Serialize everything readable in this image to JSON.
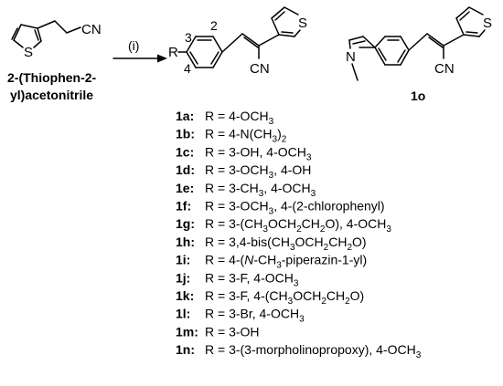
{
  "reactant": {
    "name_line1": "2-(Thiophen-2-",
    "name_line2": "yl)acetonitrile"
  },
  "arrow": {
    "label": "(i)"
  },
  "atoms": {
    "sulfur": "S",
    "nitrogen": "N",
    "nitrile": "CN"
  },
  "general_product": {
    "r_group": "R",
    "positions": [
      "2",
      "3",
      "4"
    ]
  },
  "compound_1o": {
    "id": "1o"
  },
  "substituents": [
    {
      "id": "1a:",
      "parts": [
        {
          "t": "R = 4-OCH"
        },
        {
          "t": "3",
          "sub": true
        }
      ]
    },
    {
      "id": "1b:",
      "parts": [
        {
          "t": "R = 4-N(CH"
        },
        {
          "t": "3",
          "sub": true
        },
        {
          "t": ")"
        },
        {
          "t": "2",
          "sub": true
        }
      ]
    },
    {
      "id": "1c:",
      "parts": [
        {
          "t": "R = 3-OH, 4-OCH"
        },
        {
          "t": "3",
          "sub": true
        }
      ]
    },
    {
      "id": "1d:",
      "parts": [
        {
          "t": "R = 3-OCH"
        },
        {
          "t": "3",
          "sub": true
        },
        {
          "t": ", 4-OH"
        }
      ]
    },
    {
      "id": "1e:",
      "parts": [
        {
          "t": "R = 3-CH"
        },
        {
          "t": "3",
          "sub": true
        },
        {
          "t": ", 4-OCH"
        },
        {
          "t": "3",
          "sub": true
        }
      ]
    },
    {
      "id": "1f:",
      "parts": [
        {
          "t": "R = 3-OCH"
        },
        {
          "t": "3",
          "sub": true
        },
        {
          "t": ", 4-(2-chlorophenyl)"
        }
      ]
    },
    {
      "id": "1g:",
      "parts": [
        {
          "t": "R = 3-(CH"
        },
        {
          "t": "3",
          "sub": true
        },
        {
          "t": "OCH"
        },
        {
          "t": "2",
          "sub": true
        },
        {
          "t": "CH"
        },
        {
          "t": "2",
          "sub": true
        },
        {
          "t": "O), 4-OCH"
        },
        {
          "t": "3",
          "sub": true
        }
      ]
    },
    {
      "id": "1h:",
      "parts": [
        {
          "t": "R = 3,4-bis(CH"
        },
        {
          "t": "3",
          "sub": true
        },
        {
          "t": "OCH"
        },
        {
          "t": "2",
          "sub": true
        },
        {
          "t": "CH"
        },
        {
          "t": "2",
          "sub": true
        },
        {
          "t": "O)"
        }
      ]
    },
    {
      "id": "1i:",
      "parts": [
        {
          "t": "R = 4-("
        },
        {
          "t": "N",
          "italic": true
        },
        {
          "t": "-CH"
        },
        {
          "t": "3",
          "sub": true
        },
        {
          "t": "-piperazin-1-yl)"
        }
      ]
    },
    {
      "id": "1j:",
      "parts": [
        {
          "t": "R = 3-F, 4-OCH"
        },
        {
          "t": "3",
          "sub": true
        }
      ]
    },
    {
      "id": "1k:",
      "parts": [
        {
          "t": "R = 3-F, 4-(CH"
        },
        {
          "t": "3",
          "sub": true
        },
        {
          "t": "OCH"
        },
        {
          "t": "2",
          "sub": true
        },
        {
          "t": "CH"
        },
        {
          "t": "2",
          "sub": true
        },
        {
          "t": "O)"
        }
      ]
    },
    {
      "id": "1l:",
      "parts": [
        {
          "t": "R = 3-Br, 4-OCH"
        },
        {
          "t": "3",
          "sub": true
        }
      ]
    },
    {
      "id": "1m:",
      "parts": [
        {
          "t": "R = 3-OH"
        }
      ]
    },
    {
      "id": "1n:",
      "parts": [
        {
          "t": "R = 3-(3-morpholinopropoxy), 4-OCH"
        },
        {
          "t": "3",
          "sub": true
        }
      ]
    }
  ]
}
